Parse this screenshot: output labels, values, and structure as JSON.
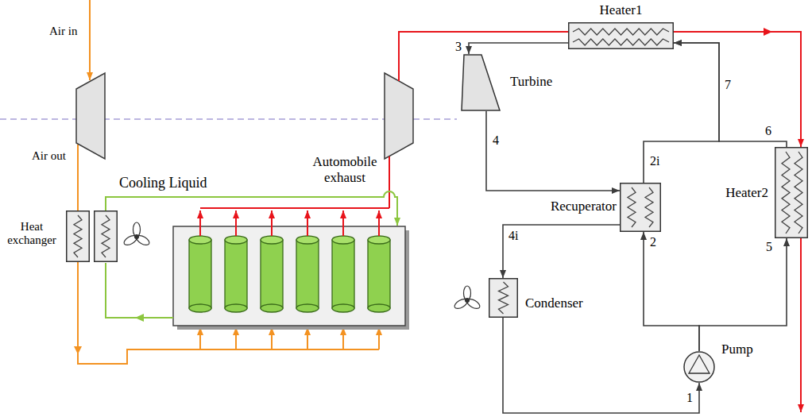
{
  "diagram": {
    "nodes": [
      {
        "text": [
          "Heater1"
        ]
      },
      {
        "text": [
          "Turbine"
        ]
      },
      {
        "text": [
          "Recuperator"
        ]
      },
      {
        "text": [
          "Heater2"
        ]
      },
      {
        "text": [
          "Condenser"
        ]
      },
      {
        "text": [
          "Pump"
        ]
      },
      {
        "text": [
          "Heat exchanger"
        ]
      }
    ],
    "edges": [
      {
        "from": 0,
        "to": 1,
        "arrow": "to"
      },
      {
        "from": 1,
        "to": 2,
        "arrow": "to"
      },
      {
        "from": 2,
        "to": 4,
        "arrow": "to"
      },
      {
        "from": 4,
        "to": 5,
        "arrow": "to"
      },
      {
        "from": 5,
        "to": 2,
        "arrow": "to"
      },
      {
        "from": 5,
        "to": 3,
        "arrow": "to"
      },
      {
        "from": 2,
        "to": 0,
        "arrow": "to"
      },
      {
        "from": 3,
        "to": 0,
        "arrow": "to"
      },
      {
        "from": 0,
        "to": 3,
        "arrow": "to"
      }
    ],
    "labels": [
      "Air in",
      "Air out",
      "Automobile exhaust",
      "Cooling Liquid",
      "3",
      "4",
      "2i",
      "2",
      "4i",
      "7",
      "6",
      "5",
      "1"
    ]
  }
}
